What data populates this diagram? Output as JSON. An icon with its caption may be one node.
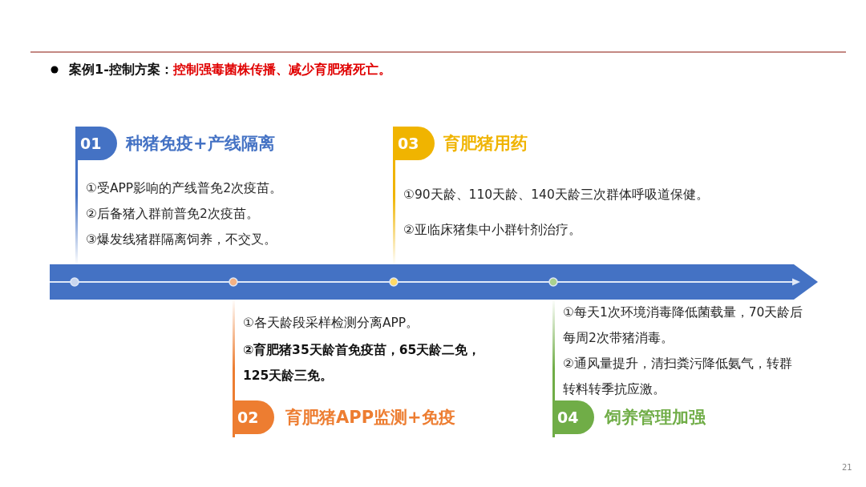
{
  "diagram": {
    "nodes": [
      {
        "text": [
          "01",
          "种猪免疫+产线隔离",
          "①受APP影响的产线普免2次疫苗。",
          "②后备猪入群前普免2次疫苗。",
          "③爆发线猪群隔离饲养，不交叉。"
        ]
      },
      {
        "text": [
          "①各天龄段采样检测分离APP。",
          "②育肥猪35天龄首免疫苗，65天龄二免，125天龄三免。",
          "02",
          "育肥猪APP监测+免疫"
        ]
      },
      {
        "text": [
          "03",
          "育肥猪用药",
          "①90天龄、110天龄、140天龄三次群体呼吸道保健。",
          "②亚临床猪集中小群针剂治疗。"
        ]
      },
      {
        "text": [
          "①每天1次环境消毒降低菌载量，70天龄后每周2次带猪消毒。",
          "②通风量提升，清扫粪污降低氨气，转群转料转季抗应激。",
          "04",
          "饲养管理加强"
        ]
      }
    ],
    "labels": [
      "案例1-控制方案：",
      "控制强毒菌株传播、减少育肥猪死亡。",
      "21"
    ]
  }
}
